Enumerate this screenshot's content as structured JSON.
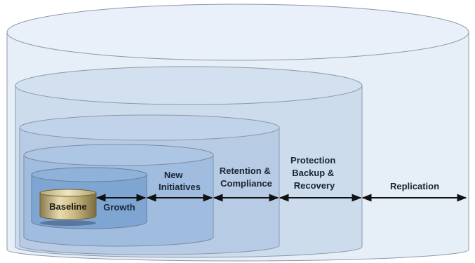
{
  "diagram": {
    "labels": {
      "baseline": "Baseline",
      "growth": "Growth",
      "new_initiatives": [
        "New",
        "Initiatives"
      ],
      "retention": [
        "Retention &",
        "Compliance"
      ],
      "protection": [
        "Protection",
        "Backup &",
        "Recovery"
      ],
      "replication": "Replication"
    }
  }
}
